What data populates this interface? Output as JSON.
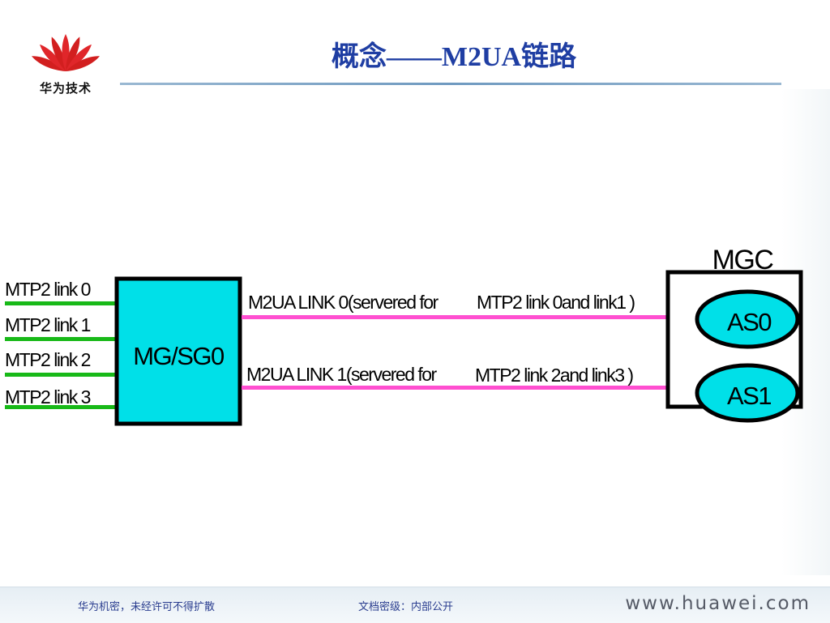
{
  "header": {
    "logo_text": "华为技术",
    "title": "概念——M2UA链路"
  },
  "diagram": {
    "mtp2_links": [
      "MTP2 link 0",
      "MTP2 link 1",
      "MTP2 link 2",
      "MTP2 link 3"
    ],
    "mg_sg": "MG/SG0",
    "mgc": "MGC",
    "links": [
      {
        "name": "M2UA LINK 0(servered for",
        "detail": "MTP2 link 0and link1 )"
      },
      {
        "name": "M2UA LINK 1(servered for",
        "detail": "MTP2 link 2and link3 )"
      }
    ],
    "as_nodes": [
      "AS0",
      "AS1"
    ],
    "colors": {
      "mtp2_line": "#18b918",
      "m2ua_line": "#ff4fd0",
      "node_fill": "#00e0e8"
    }
  },
  "footer": {
    "confidential": "华为机密，未经许可不得扩散",
    "classification": "文档密级：内部公开",
    "url": "www.huawei.com"
  }
}
